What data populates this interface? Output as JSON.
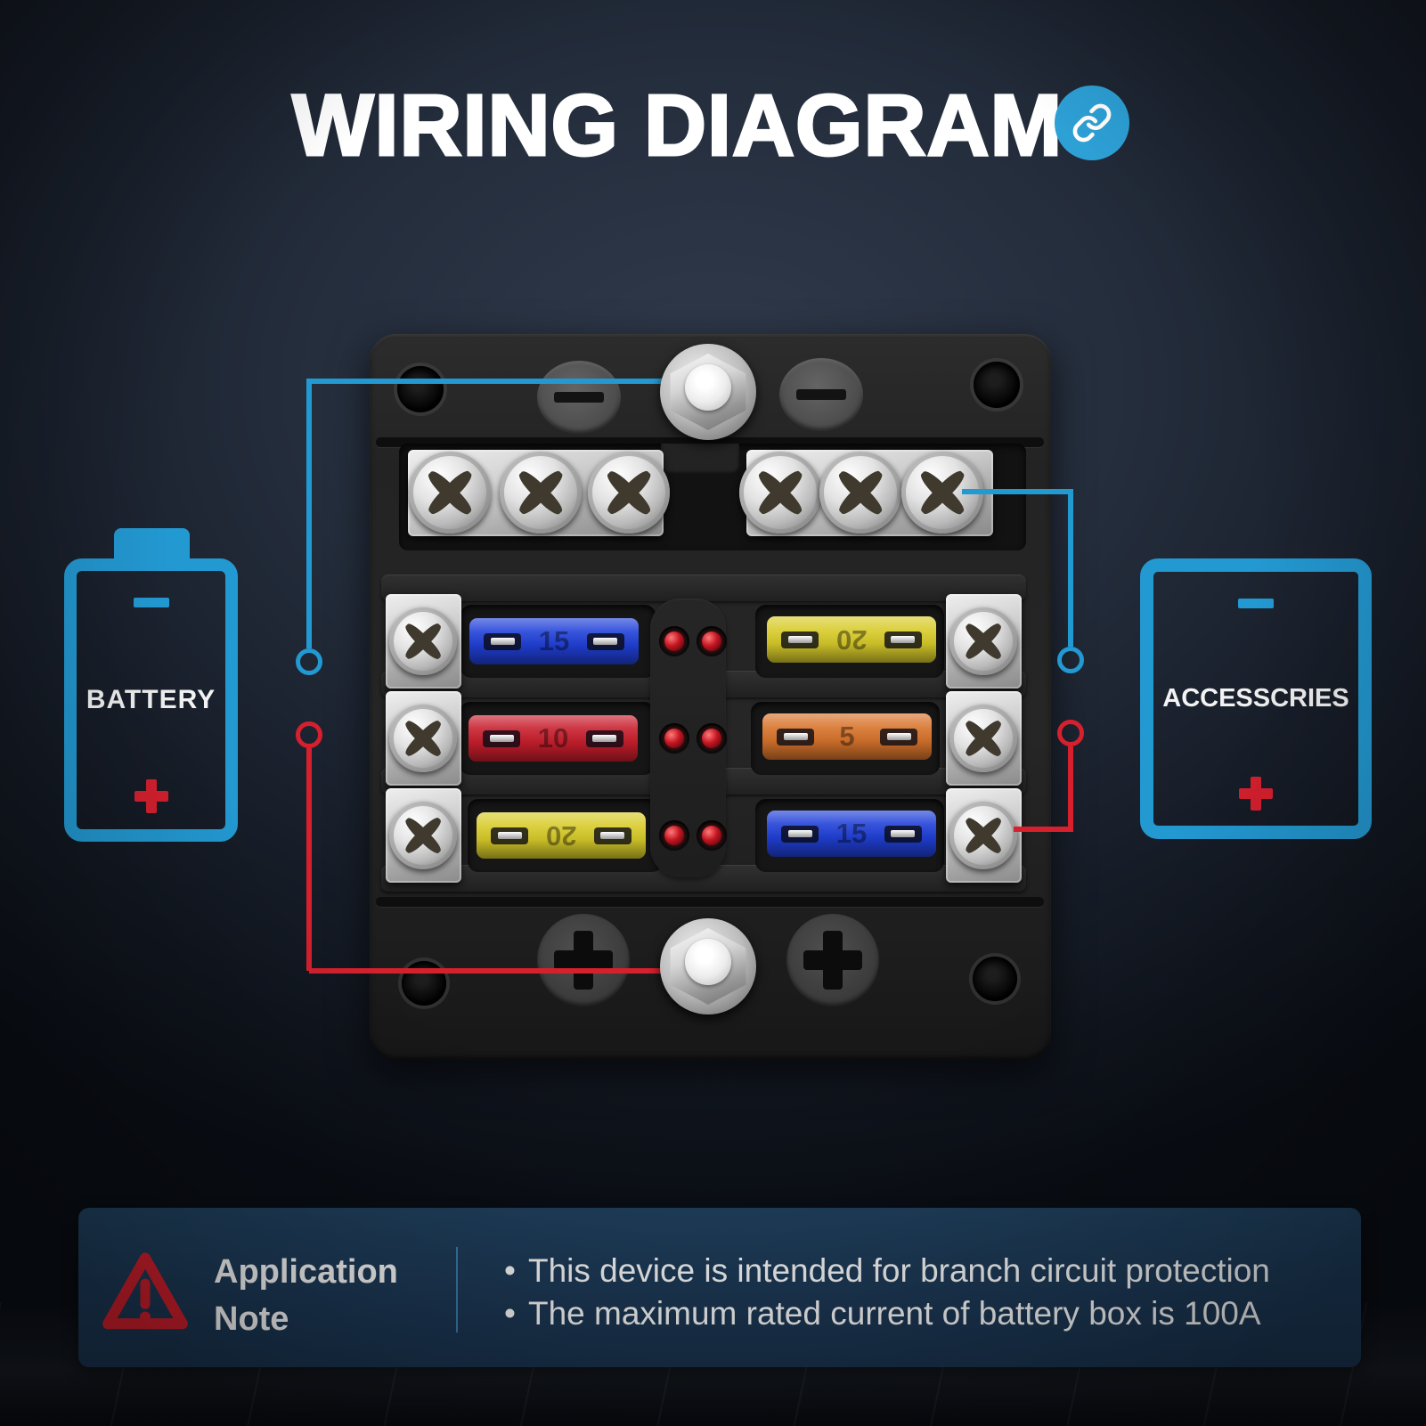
{
  "colors": {
    "accent_blue": "#2399d2",
    "accent_red": "#d6202e",
    "icon_bg": "#2da0d6",
    "panel_bg": "#1d3a58",
    "divider_blue": "#3c7fae",
    "led_red": "#c41622",
    "title_text": "#ffffff"
  },
  "title": {
    "text": "WIRING DIAGRAM",
    "icon": "chain-link-icon"
  },
  "battery": {
    "label": "BATTERY",
    "negative_marker": "-",
    "positive_marker": "+"
  },
  "accessories": {
    "label": "ACCESSCRIES",
    "negative_marker": "-",
    "positive_marker": "+"
  },
  "fuse_box": {
    "top_terminal": "negative-stud-nut",
    "bottom_terminal": "positive-stud-nut",
    "bus_bar_screw_count": 6,
    "led_indicator_pairs": 3,
    "fuse_rows": [
      {
        "left": {
          "color": "blue",
          "hex": "#2040d8",
          "amp": "15",
          "rotated": false
        },
        "right": {
          "color": "yellow",
          "hex": "#d8cb2a",
          "amp": "20",
          "rotated": true
        }
      },
      {
        "left": {
          "color": "red",
          "hex": "#c81e2c",
          "amp": "10",
          "rotated": false
        },
        "right": {
          "color": "orange",
          "hex": "#d8742c",
          "amp": "5",
          "rotated": false
        }
      },
      {
        "left": {
          "color": "yellow",
          "hex": "#d8cb2a",
          "amp": "20",
          "rotated": true
        },
        "right": {
          "color": "blue",
          "hex": "#2040d8",
          "amp": "15",
          "rotated": false
        }
      }
    ]
  },
  "note": {
    "icon": "warning-triangle-icon",
    "heading": [
      "Application",
      "Note"
    ],
    "bullet_char": "•",
    "bullets": [
      "This device is intended for branch circuit protection",
      "The maximum rated current of battery box is 100A"
    ]
  }
}
